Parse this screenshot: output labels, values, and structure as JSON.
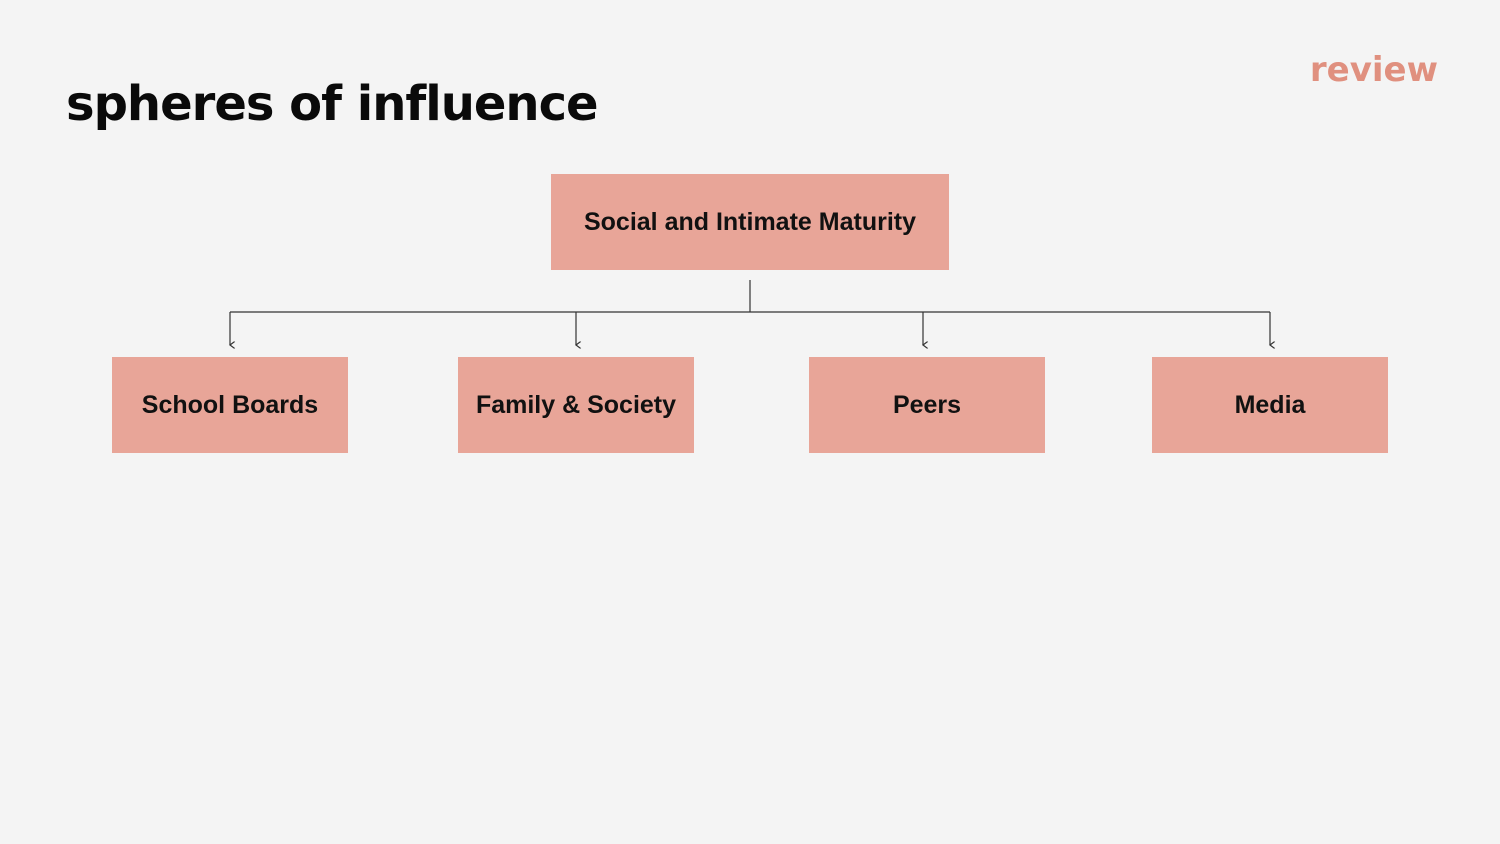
{
  "slide": {
    "title": "spheres of influence",
    "tag": "review"
  },
  "diagram": {
    "root": {
      "label": "Social and Intimate Maturity"
    },
    "children": [
      {
        "label": "School Boards"
      },
      {
        "label": "Family & Society"
      },
      {
        "label": "Peers"
      },
      {
        "label": "Media"
      }
    ]
  },
  "colors": {
    "background": "#f4f4f4",
    "box_fill": "#e8a598",
    "accent": "#e0907f",
    "line": "#333333",
    "text": "#111111"
  }
}
